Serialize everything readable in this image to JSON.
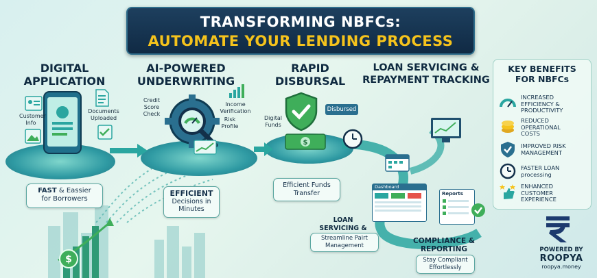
{
  "title": {
    "line1": "TRANSFORMING NBFCs:",
    "line2": "AUTOMATE YOUR LENDING PROCESS"
  },
  "stages": {
    "digital_application": {
      "heading_line1": "DIGITAL",
      "heading_line2": "APPLICATION",
      "labels": {
        "customer_info_1": "Customer",
        "customer_info_2": "Info",
        "documents_1": "Documents",
        "documents_2": "Uploaded"
      },
      "caption_bold": "FAST",
      "caption_rest": " & Eassier",
      "caption_line2": "for Borrowers"
    },
    "underwriting": {
      "heading_line1": "AI-POWERED",
      "heading_line2": "UNDERWRITING",
      "labels": {
        "credit_1": "Credit",
        "credit_2": "Score",
        "credit_3": "Check",
        "income_1": "Income",
        "income_2": "Verification",
        "risk_1": "Risk",
        "risk_2": "Profile"
      },
      "caption_bold": "EFFICIENT",
      "caption_line2": "Decisions in",
      "caption_line3": "Minutes"
    },
    "disbursal": {
      "heading_line1": "RAPID",
      "heading_line2": "DISBURSAL",
      "labels": {
        "funds_1": "Digital",
        "funds_2": "Funds",
        "disbursed": "Disbursed"
      },
      "caption_line1": "Efficient Funds",
      "caption_line2": "Transfer"
    },
    "servicing": {
      "heading_line1": "LOAN SERVICING &",
      "heading_line2": "REPAYMENT TRACKING",
      "sub_heading_1": "LOAN",
      "sub_heading_2": "SERVICING &",
      "caption_line1": "Streamline Pairt",
      "caption_line2": "Management",
      "dashboard": "Dashboard",
      "reports": "Reports"
    },
    "compliance": {
      "heading_line1": "COMPLIANCE &",
      "heading_line2": "REPORTING",
      "caption_line1": "Stay Compliant",
      "caption_line2": "Effortlessly"
    }
  },
  "benefits": {
    "heading_line1": "KEY BENEFITS",
    "heading_line2": "FOR NBFCs",
    "items": [
      {
        "l1": "INCREASED",
        "l2": "EFFICIENCY &",
        "l3": "PRODUCTIVITY",
        "icon": "gauge-icon"
      },
      {
        "l1": "REDUCED",
        "l2": "OPERATIONAL",
        "l3": "COSTS",
        "icon": "coins-icon"
      },
      {
        "l1": "IMPROVED RISK",
        "l2": "MANAGEMENT",
        "l3": "",
        "icon": "shield-icon"
      },
      {
        "l1": "FASTER LOAN",
        "l2": "processing",
        "l3": "",
        "icon": "clock-icon"
      },
      {
        "l1": "ENHANCED",
        "l2": "CUSTOMER",
        "l3": "EXPERIENCE",
        "icon": "thumbs-up-icon"
      }
    ]
  },
  "brand": {
    "powered_by": "POWERED BY",
    "name": "ROOPYA",
    "url": "roopya.money",
    "color": "#1d3a6e"
  },
  "colors": {
    "teal": "#2aa6a0",
    "navy": "#102a44",
    "gold": "#f5c31c",
    "green": "#3fae5a"
  }
}
